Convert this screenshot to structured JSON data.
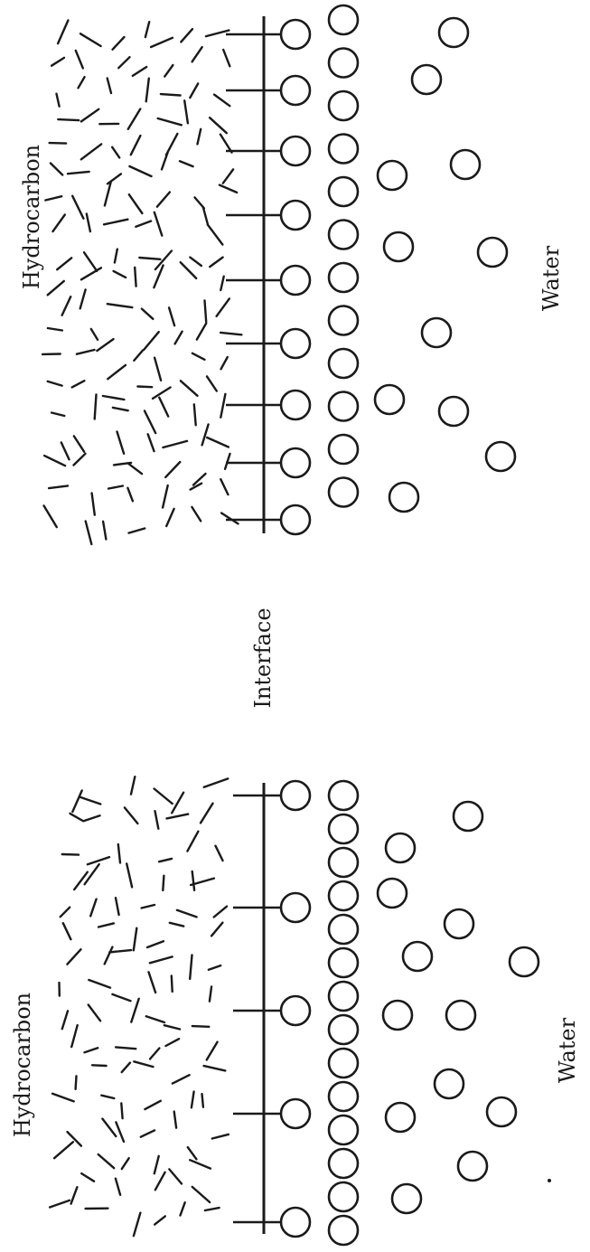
{
  "labels": {
    "hydrocarbon": "Hydrocarbon",
    "water": "Water",
    "interface": "Interface"
  },
  "colors": {
    "ink": "#1a1a1a",
    "background": "#ffffff"
  }
}
